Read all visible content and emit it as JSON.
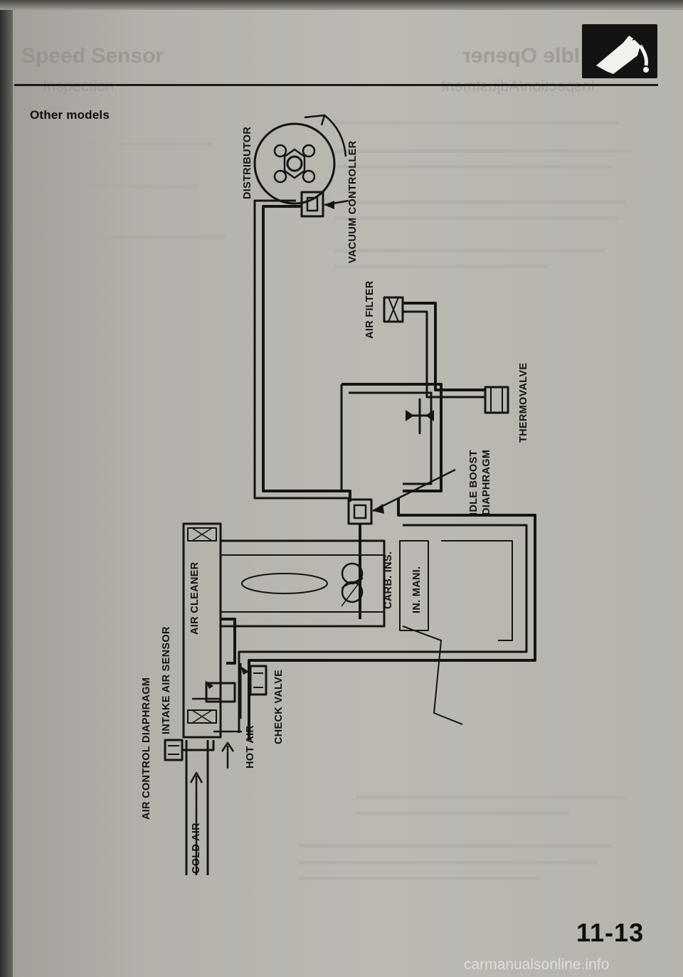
{
  "ghost_text": {
    "left_title": "Speed Sensor",
    "right_title": "Idle Opener",
    "left_subtitle": "Inspection",
    "right_subtitle": "Inspection/Adjustment"
  },
  "section_title": "Other models",
  "labels": {
    "distributor": "DISTRIBUTOR",
    "vacuum_controller": "VACUUM CONTROLLER",
    "air_filter": "AIR FILTER",
    "thermovalve": "THERMOVALVE",
    "idle_boost_diaphragm_1": "IDLE BOOST",
    "idle_boost_diaphragm_2": "DIAPHRAGM",
    "carb_ins": "CARB. INS.",
    "in_mani": "IN. MANI.",
    "air_cleaner": "AIR CLEANER",
    "intake_air_sensor": "INTAKE AIR SENSOR",
    "check_valve": "CHECK VALVE",
    "air_control_diaphragm": "AIR CONTROL DIAPHRAGM",
    "hot_air": "HOT AIR",
    "cold_air": "COLD AIR"
  },
  "page_number": "11-13",
  "watermark": "carmanualsonline.info",
  "icons": {
    "logo": "fuel-nozzle-icon"
  }
}
